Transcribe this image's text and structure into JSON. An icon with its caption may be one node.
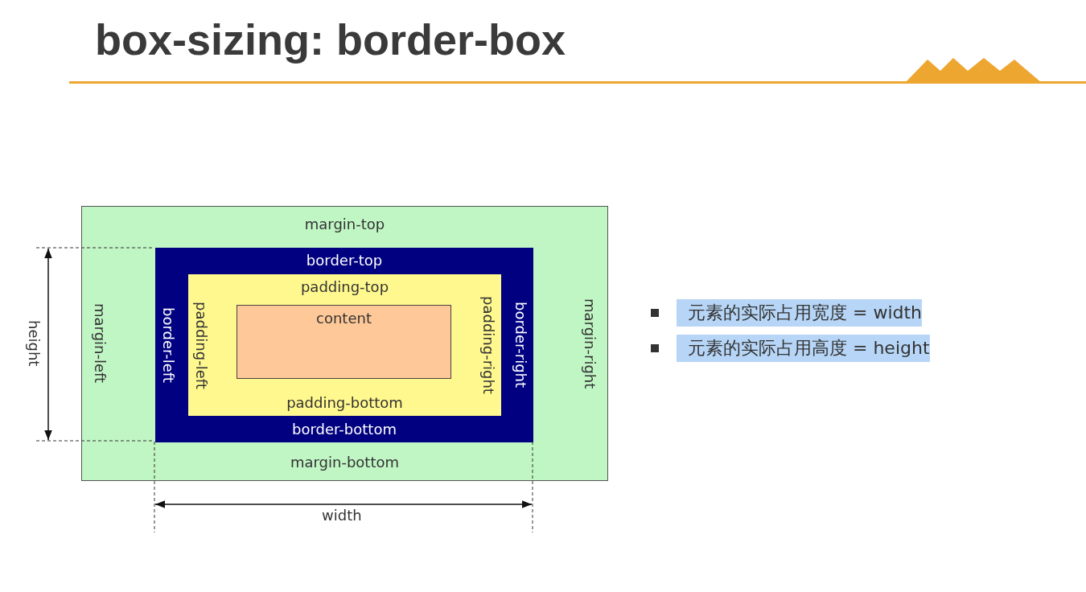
{
  "diagram": {
    "title": "box-sizing: border-box",
    "nodes": [
      {
        "text": [
          "margin-top",
          "margin-left",
          "margin-right",
          "margin-bottom"
        ]
      },
      {
        "text": [
          "border-top",
          "border-left",
          "border-right",
          "border-bottom"
        ],
        "in": 0
      },
      {
        "text": [
          "padding-top",
          "padding-left",
          "padding-right",
          "padding-bottom"
        ],
        "in": 1
      },
      {
        "text": [
          "content"
        ],
        "in": 2
      }
    ],
    "labels": [
      "height",
      "width",
      "元素的实际占用宽度 = width",
      "元素的实际占用高度 = height"
    ]
  }
}
